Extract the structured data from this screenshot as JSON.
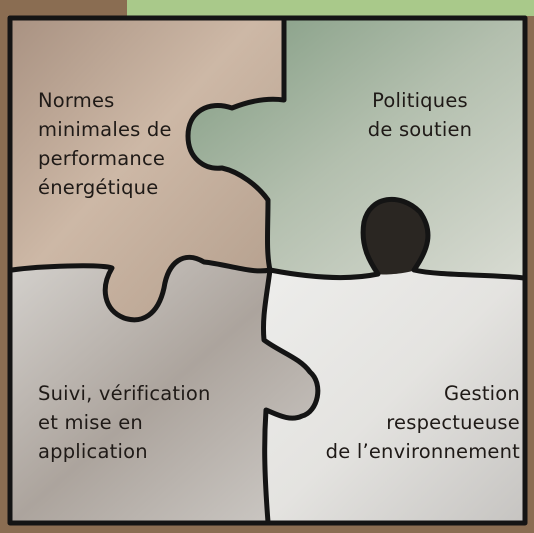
{
  "colors": {
    "frame_brown": "#8a6d52",
    "frame_green": "#a9c98a",
    "outline": "#141414",
    "piece_top_left": "#c1a996",
    "piece_top_right": "#a9b7a4",
    "piece_bottom_left": "#bdb7b2",
    "piece_bottom_right": "#e3e2e0"
  },
  "pieces": {
    "top_left": {
      "label": "Normes\nminimales de\nperformance\nénergétique"
    },
    "top_right": {
      "label": "Politiques\nde soutien"
    },
    "bottom_left": {
      "label": "Suivi, vérification\net mise en\napplication"
    },
    "bottom_right": {
      "label": "Gestion\nrespectueuse\nde l’environnement"
    }
  }
}
